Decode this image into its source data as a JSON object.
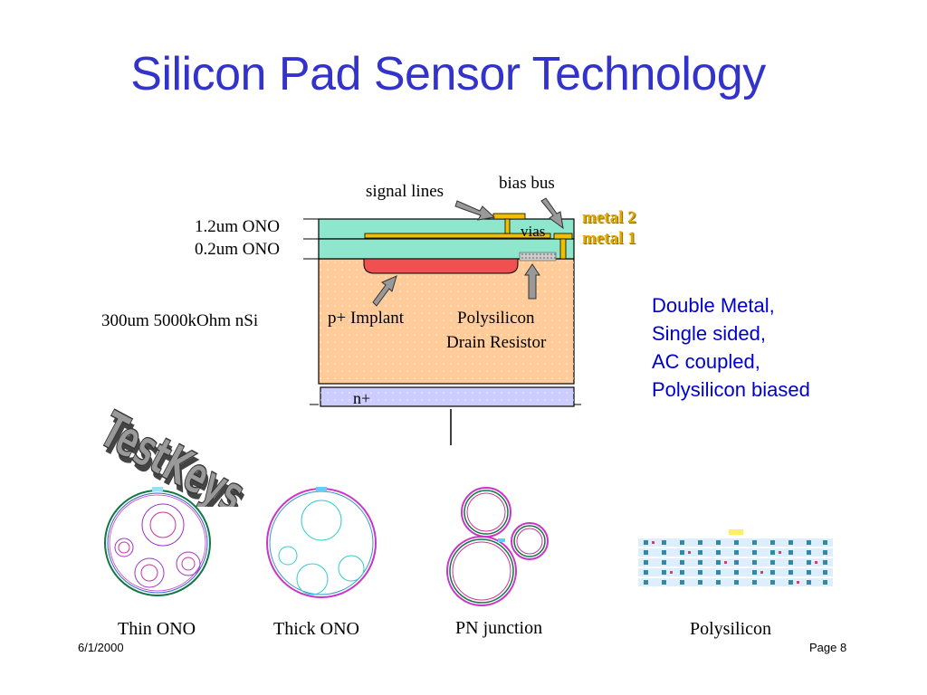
{
  "slide": {
    "title": "Silicon Pad Sensor Technology",
    "footer_date": "6/1/2000",
    "footer_page": "Page 8"
  },
  "cross_section": {
    "label_signal_lines": "signal lines",
    "label_bias_bus": "bias bus",
    "label_vias": "vias",
    "label_metal2": "metal 2",
    "label_metal1": "metal 1",
    "label_thick_ono": "1.2um ONO",
    "label_thin_ono": "0.2um ONO",
    "label_substrate": "300um 5000kOhm nSi",
    "label_implant": "p+ Implant",
    "label_resistor_line1": "Polysilicon",
    "label_resistor_line2": "Drain Resistor",
    "label_nplus": "n+"
  },
  "features": {
    "line1": "Double Metal,",
    "line2": "Single sided,",
    "line3": "AC coupled,",
    "line4": "Polysilicon biased"
  },
  "testkeys": {
    "logo_text": "TestKeys",
    "captions": {
      "thin_ono": "Thin ONO",
      "thick_ono": "Thick ONO",
      "pn_junction": "PN junction",
      "polysilicon": "Polysilicon"
    }
  },
  "colors": {
    "title": "#3333cc",
    "features_text": "#0000cc",
    "oxide": "#8ee6cc",
    "substrate": "#ffcc99",
    "implant": "#f05050",
    "metal": "#f0c000",
    "nplus": "#ccccff"
  }
}
